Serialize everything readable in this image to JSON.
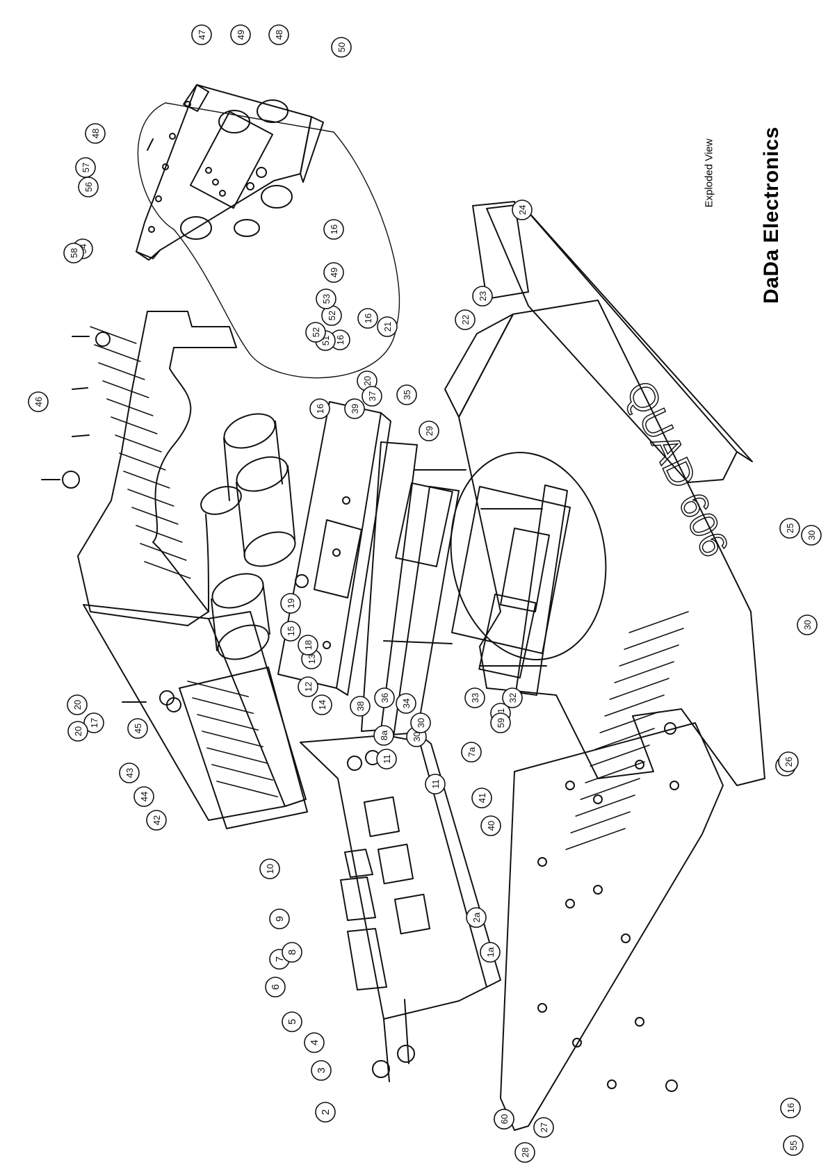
{
  "title": {
    "brand": "DaDa Electronics",
    "subtitle": "Exploded View",
    "model_lettering": "QUAD 606"
  },
  "diagram": {
    "type": "exploded-view",
    "callout_labels": [
      "1",
      "1a",
      "2",
      "2a",
      "3",
      "4",
      "5",
      "6",
      "7",
      "7a",
      "8",
      "8a",
      "9",
      "10",
      "11",
      "11",
      "12",
      "13",
      "14",
      "15",
      "16",
      "16",
      "16",
      "16",
      "16",
      "17",
      "18",
      "19",
      "19",
      "20",
      "20",
      "20",
      "21",
      "22",
      "23",
      "24",
      "25",
      "26",
      "27",
      "28",
      "29",
      "30",
      "30",
      "30",
      "30",
      "31",
      "32",
      "33",
      "34",
      "35",
      "36",
      "37",
      "38",
      "39",
      "40",
      "41",
      "42",
      "43",
      "44",
      "45",
      "46",
      "47",
      "48",
      "48",
      "49",
      "49",
      "50",
      "51",
      "52",
      "52",
      "53",
      "54",
      "55",
      "56",
      "57",
      "58",
      "59",
      "60"
    ]
  },
  "colors": {
    "ink": "#111111",
    "paper": "#ffffff"
  }
}
